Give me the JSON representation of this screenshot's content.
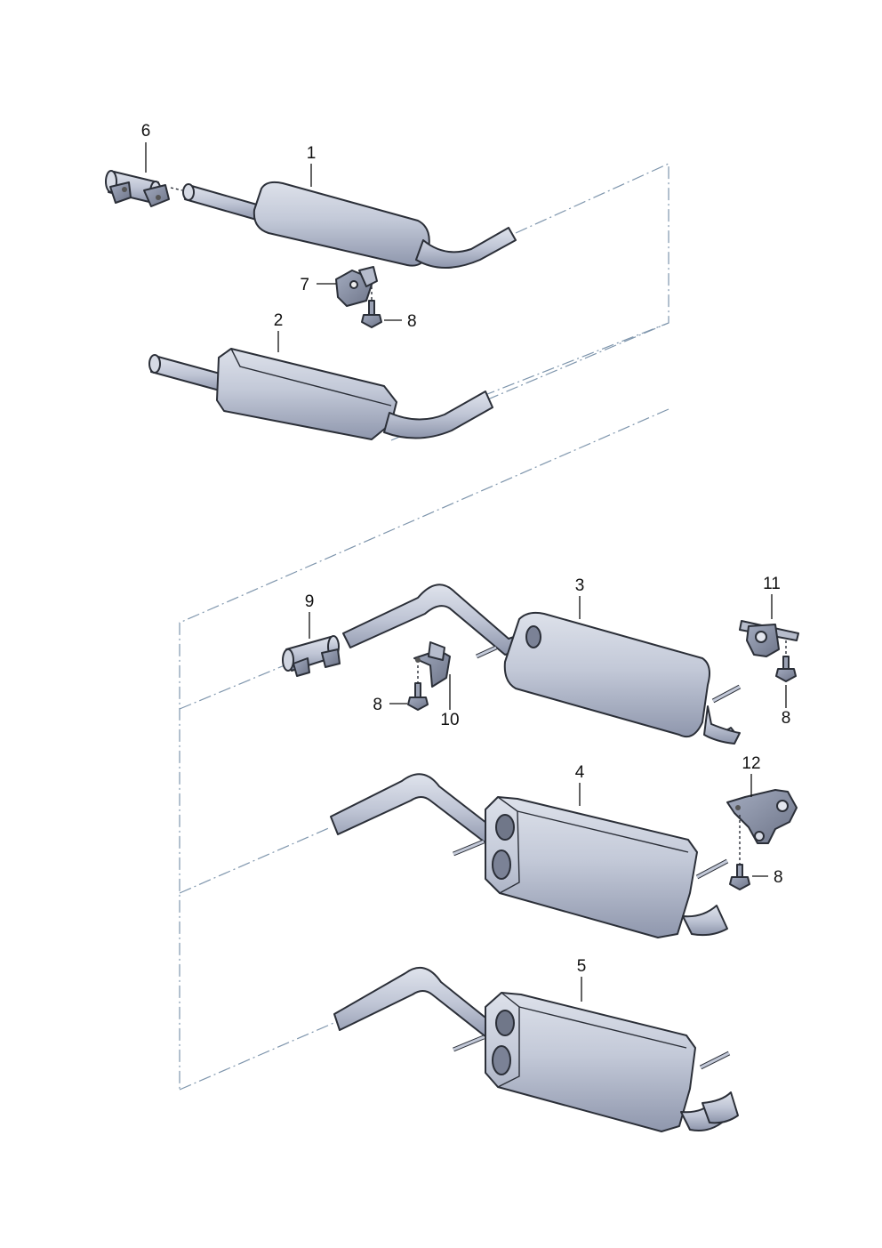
{
  "callouts": {
    "c1": "1",
    "c2": "2",
    "c3": "3",
    "c4": "4",
    "c5": "5",
    "c6": "6",
    "c7": "7",
    "c8a": "8",
    "c8b": "8",
    "c8c": "8",
    "c8d": "8",
    "c9": "9",
    "c10": "10",
    "c11": "11",
    "c12": "12"
  },
  "colors": {
    "part_fill": "#c3c9d8",
    "part_shade": "#9ea6bb",
    "outline": "#2b2f38",
    "reference_lines": "#7f96ad"
  }
}
